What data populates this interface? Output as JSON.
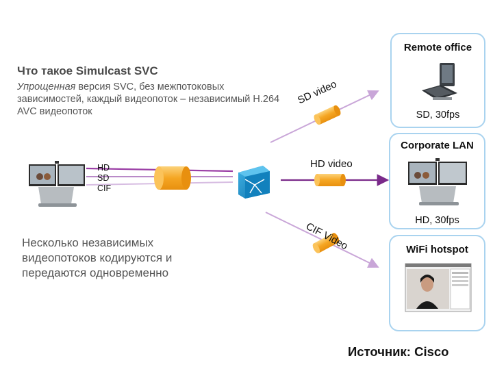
{
  "title": "Что такое Simulcast SVC",
  "description": {
    "italic": "Упрощенная",
    "rest": " версия SVC, без межпотоковых зависимостей,  каждый видеопоток – независимый H.264 AVC видеопоток"
  },
  "bottom_text": "Несколько независимых видеопотоков кодируются и передаются одновременно",
  "streams": [
    "HD",
    "SD",
    "CIF"
  ],
  "links": {
    "sd": "SD video",
    "hd": "HD video",
    "cif": "CIF Video"
  },
  "endpoints": [
    {
      "name": "Remote office",
      "spec": "SD, 30fps"
    },
    {
      "name": "Corporate LAN",
      "spec": "HD, 30fps"
    },
    {
      "name": "WiFi hotspot",
      "spec": ""
    }
  ],
  "source": "Источник: Cisco",
  "colors": {
    "stream_line": "#9b3fa6",
    "light_line": "#c9a6d8",
    "pipe": "#f39c12",
    "box_border": "#a9d3ef",
    "switch": "#1a8fc9"
  }
}
